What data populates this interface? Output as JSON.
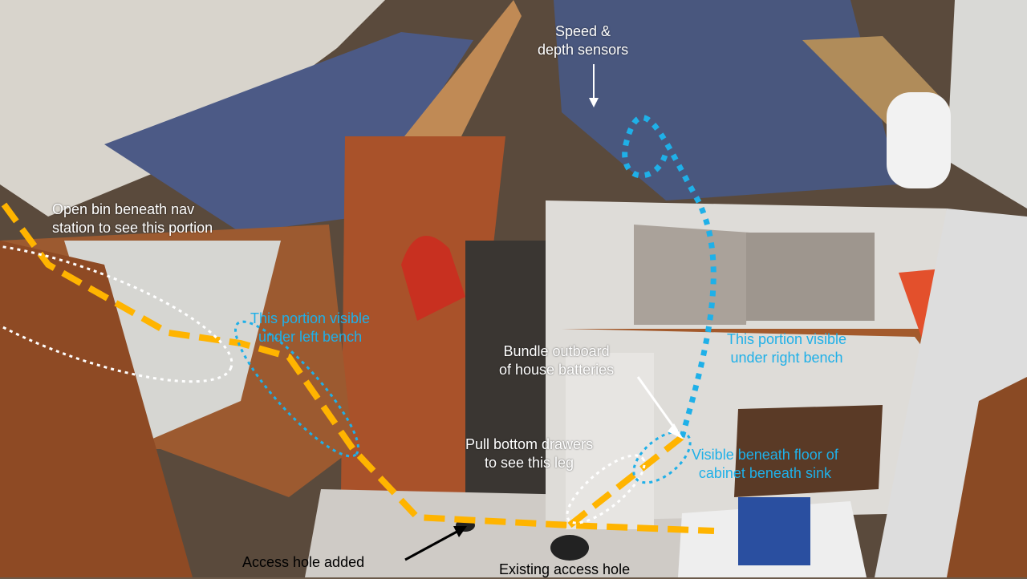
{
  "annotations": {
    "speed_depth": [
      "Speed &",
      "depth sensors"
    ],
    "nav_bin": [
      "Open bin beneath nav",
      "station to see this portion"
    ],
    "left_bench": [
      "This portion visible",
      "under left bench"
    ],
    "right_bench": [
      "This portion visible",
      "under right bench"
    ],
    "bundle": [
      "Bundle outboard",
      "of house batteries"
    ],
    "drawers": [
      "Pull bottom drawers",
      "to see this leg"
    ],
    "sink_cabinet": [
      "Visible beneath floor of",
      "cabinet beneath sink"
    ],
    "access_added": "Access hole added",
    "access_existing": "Existing access hole"
  },
  "colors": {
    "wire_route": "#ffb400",
    "hidden_route": "#1fb0e8",
    "label_white": "#ffffff",
    "label_blue": "#1fb0e8"
  }
}
